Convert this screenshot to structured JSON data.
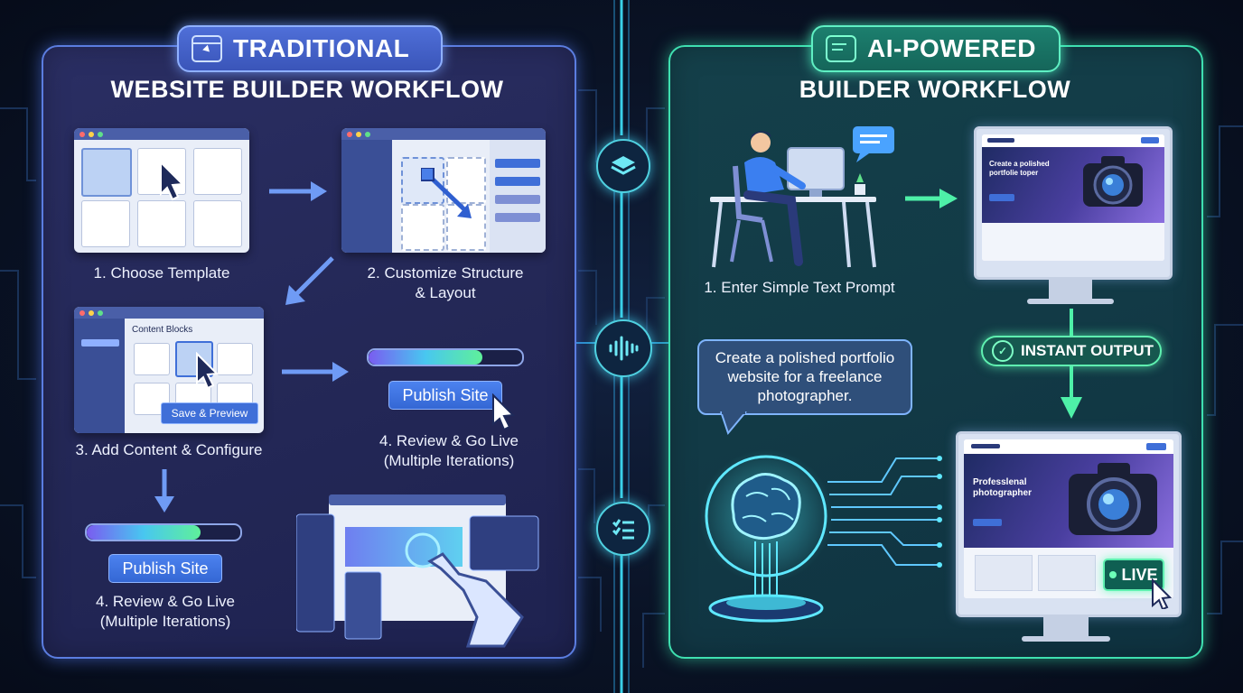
{
  "left_panel": {
    "pill_title": "TRADITIONAL",
    "subtitle": "WEBSITE BUILDER WORKFLOW",
    "steps": {
      "s1": "1. Choose Template",
      "s2_line1": "2. Customize Structure",
      "s2_line2": "& Layout",
      "s3": "3. Add Content & Configure",
      "s4a_line1": "4. Review & Go Live",
      "s4a_line2": "(Multiple Iterations)",
      "s4b_line1": "4. Review & Go Live",
      "s4b_line2": "(Multiple Iterations)"
    },
    "content_blocks_title": "Content Blocks",
    "save_preview": "Save & Preview",
    "publish_label": "Publish Site",
    "progress_fraction": 0.74
  },
  "right_panel": {
    "pill_title": "AI-POWERED",
    "subtitle": "BUILDER WORKFLOW",
    "step1": "1. Enter Simple Text Prompt",
    "prompt_line1": "Create a polished portfolio",
    "prompt_line2": "website for a freelance",
    "prompt_line3": "photographer.",
    "instant_output": "INSTANT OUTPUT",
    "preview_top_line1": "Create a polished",
    "preview_top_line2": "portfolie toper",
    "preview_bottom_line1": "Professlenal",
    "preview_bottom_line2": "photographer",
    "live_label": "LIVE"
  },
  "colors": {
    "left_accent": "#5b7de0",
    "right_accent": "#3fe0b0",
    "publish_blue": "#3467d4"
  }
}
